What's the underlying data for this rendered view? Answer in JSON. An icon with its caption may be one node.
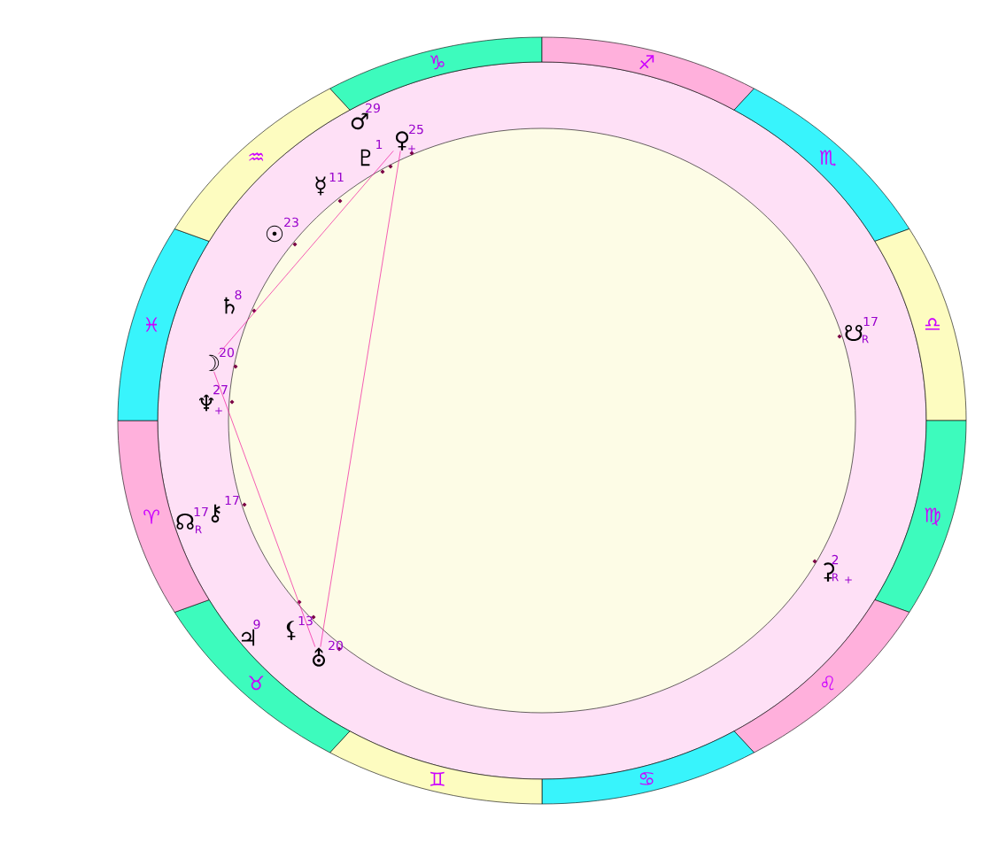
{
  "diagram": {
    "nodes": [
      {
        "text": [
          "♑"
        ]
      },
      {
        "text": [
          "♐"
        ]
      },
      {
        "text": [
          "♏"
        ]
      },
      {
        "text": [
          "♎"
        ]
      },
      {
        "text": [
          "♍"
        ]
      },
      {
        "text": [
          "♌"
        ]
      },
      {
        "text": [
          "♋"
        ]
      },
      {
        "text": [
          "♊"
        ]
      },
      {
        "text": [
          "♉"
        ]
      },
      {
        "text": [
          "♈"
        ]
      },
      {
        "text": [
          "♓"
        ]
      },
      {
        "text": [
          "♒"
        ]
      },
      {
        "text": [
          "♂"
        ],
        "beside": [
          "29"
        ]
      },
      {
        "text": [
          "♀"
        ],
        "beside": [
          "25",
          "+"
        ]
      },
      {
        "text": [
          "♇"
        ],
        "beside": [
          "1"
        ]
      },
      {
        "text": [
          "☿"
        ],
        "beside": [
          "11"
        ]
      },
      {
        "text": [
          "☉"
        ],
        "beside": [
          "23"
        ]
      },
      {
        "text": [
          "♄"
        ],
        "beside": [
          "8"
        ]
      },
      {
        "text": [
          "☽"
        ],
        "beside": [
          "20"
        ]
      },
      {
        "text": [
          "♆"
        ],
        "beside": [
          "27",
          "+"
        ]
      },
      {
        "text": [
          "☊"
        ],
        "beside": [
          "17",
          "R"
        ]
      },
      {
        "text": [
          "⚷"
        ],
        "beside": [
          "17"
        ]
      },
      {
        "text": [
          "♃"
        ],
        "beside": [
          "9"
        ]
      },
      {
        "text": [
          "⚸"
        ],
        "beside": [
          "13"
        ]
      },
      {
        "text": [
          "⛢"
        ],
        "beside": [
          "20"
        ]
      },
      {
        "text": [
          "☋"
        ],
        "beside": [
          "17",
          "R"
        ]
      },
      {
        "text": [
          "⚳"
        ],
        "beside": [
          "2",
          "R",
          "+"
        ]
      }
    ],
    "edges": [
      {
        "from": 13,
        "to": 18,
        "arrow": "none"
      },
      {
        "from": 18,
        "to": 24,
        "arrow": "none"
      },
      {
        "from": 24,
        "to": 13,
        "arrow": "none"
      }
    ]
  }
}
